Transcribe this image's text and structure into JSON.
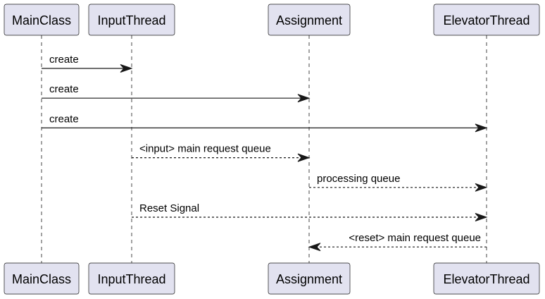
{
  "participants": [
    {
      "id": "main",
      "label": "MainClass"
    },
    {
      "id": "input",
      "label": "InputThread"
    },
    {
      "id": "assign",
      "label": "Assignment"
    },
    {
      "id": "elev",
      "label": "ElevatorThread"
    }
  ],
  "messages": [
    {
      "from": "main",
      "to": "input",
      "label": "create",
      "style": "solid"
    },
    {
      "from": "main",
      "to": "assign",
      "label": "create",
      "style": "solid"
    },
    {
      "from": "main",
      "to": "elev",
      "label": "create",
      "style": "solid"
    },
    {
      "from": "input",
      "to": "assign",
      "label": "<input> main request queue",
      "style": "dashed"
    },
    {
      "from": "assign",
      "to": "elev",
      "label": "processing queue",
      "style": "dashed"
    },
    {
      "from": "input",
      "to": "elev",
      "label": "Reset Signal",
      "style": "dashed"
    },
    {
      "from": "elev",
      "to": "assign",
      "label": "<reset> main request queue",
      "style": "dashed"
    }
  ],
  "colors": {
    "participant_fill": "#E2E2F0",
    "line": "#181818"
  }
}
